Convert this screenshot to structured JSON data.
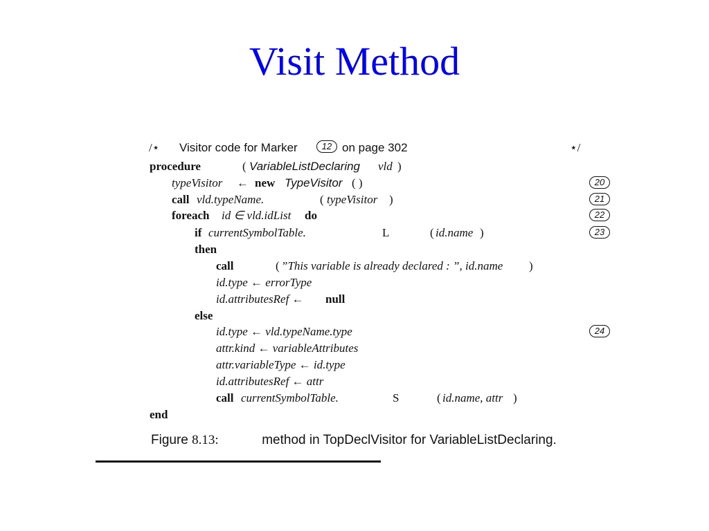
{
  "title": "Visit Method",
  "comment": {
    "open": "/⋆",
    "text_before": "Visitor code for Marker",
    "marker": "12",
    "text_after": "on page 302",
    "close": "⋆/"
  },
  "code": {
    "procedure_kw": "procedure",
    "procedure_open": "(",
    "procedure_type": "VariableListDeclaring",
    "procedure_arg": "vld",
    "procedure_close": ")",
    "l1_var": "typeVisitor",
    "l1_arrow": "←",
    "l1_new": "new",
    "l1_type": "TypeVisitor",
    "l1_paren": "( )",
    "l1_marker": "20",
    "l2_call": "call",
    "l2_target": "vld.typeName.",
    "l2_open": "(",
    "l2_arg": "typeVisitor",
    "l2_close": ")",
    "l2_marker": "21",
    "l3_foreach": "foreach",
    "l3_expr": "id ∈ vld.idList",
    "l3_do": "do",
    "l3_marker": "22",
    "l4_if": "if",
    "l4_target": "currentSymbolTable.",
    "l4_letter": "L",
    "l4_open": "(",
    "l4_arg": "id.name",
    "l4_close": ")",
    "l4_marker": "23",
    "l5_then": "then",
    "l6_call": "call",
    "l6_open": "(",
    "l6_arg": "”This variable is already declared : ”, id.name",
    "l6_close": ")",
    "l7_text": "id.type ← errorType",
    "l8_text": "id.attributesRef ←",
    "l8_null": "null",
    "l9_else": "else",
    "l10_text": "id.type ← vld.typeName.type",
    "l10_marker": "24",
    "l11_text": "attr.kind ← variableAttributes",
    "l12_text": "attr.variableType ← id.type",
    "l13_text": "id.attributesRef ← attr",
    "l14_call": "call",
    "l14_target": "currentSymbolTable.",
    "l14_letter": "S",
    "l14_open": "(",
    "l14_arg": "id.name, attr",
    "l14_close": ")",
    "end_kw": "end"
  },
  "caption": {
    "figure": "Figure",
    "number": "8.13:",
    "text": "method in TopDeclVisitor for VariableListDeclaring."
  }
}
